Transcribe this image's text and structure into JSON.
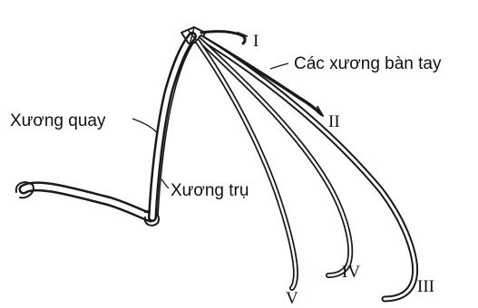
{
  "labels": {
    "metacarpals": "Các xương bàn tay",
    "radius": "Xương quay",
    "ulna": "Xương trụ"
  },
  "digits": {
    "d1": "I",
    "d2": "II",
    "d3": "III",
    "d4": "IV",
    "d5": "V"
  }
}
